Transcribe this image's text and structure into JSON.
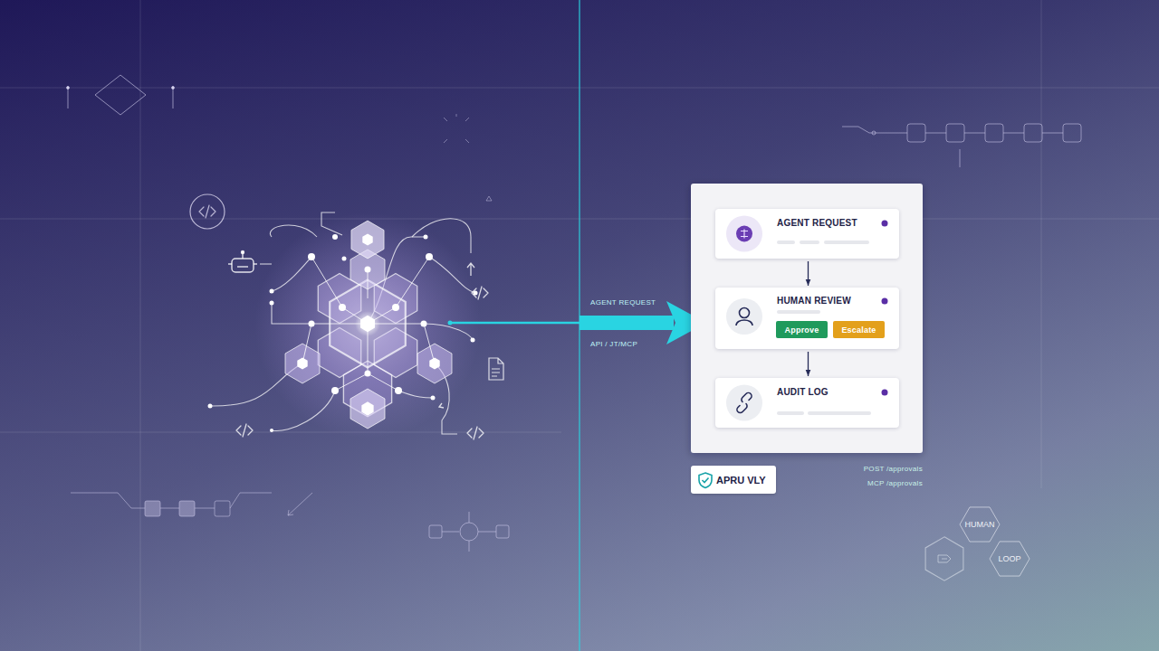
{
  "diagram": {
    "nodes": [
      {
        "text": [
          "AGENT REQUEST"
        ]
      },
      {
        "text": [
          "HUMAN REVIEW"
        ]
      },
      {
        "text": [
          "Approve"
        ],
        "in": 1
      },
      {
        "text": [
          "Escalate"
        ],
        "in": 1
      },
      {
        "text": [
          "AUDIT LOG"
        ]
      },
      {
        "text": [
          "APRU VLY"
        ]
      },
      {
        "text": [
          "HUMAN"
        ]
      },
      {
        "text": [
          "LOOP"
        ]
      }
    ],
    "edges": [
      {
        "from": 0,
        "to": 1,
        "arrow": "to"
      },
      {
        "from": 1,
        "to": 4,
        "arrow": "to"
      }
    ],
    "labels": [
      "AGENT REQUEST",
      "API / JT/MCP",
      "POST /approvals",
      "MCP /approvals"
    ]
  }
}
